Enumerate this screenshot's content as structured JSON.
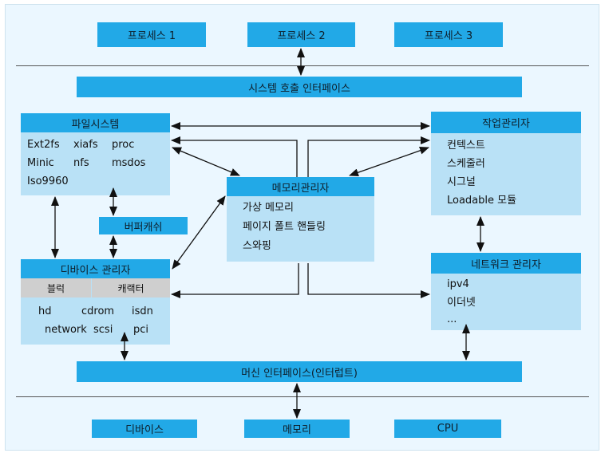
{
  "processes": [
    "프로세스 1",
    "프로세스 2",
    "프로세스 3"
  ],
  "syscall_interface": "시스템 호출 인터페이스",
  "filesystem": {
    "title": "파일시스템",
    "rows": [
      [
        "Ext2fs",
        "xiafs",
        "proc"
      ],
      [
        "Minic",
        "nfs",
        "msdos"
      ],
      [
        "Iso9960"
      ]
    ]
  },
  "job_manager": {
    "title": "작업관리자",
    "items": [
      "컨텍스트",
      "스케줄러",
      "시그널",
      "Loadable 모듈"
    ]
  },
  "memory_manager": {
    "title": "메모리관리자",
    "items": [
      "가상 메모리",
      "페이지 폴트 핸들링",
      "스와핑"
    ]
  },
  "buffer_cache": "버퍼캐쉬",
  "device_manager": {
    "title": "디바이스 관리자",
    "tabs": [
      "블럭",
      "캐랙터"
    ],
    "rows": [
      [
        "hd",
        "cdrom",
        "isdn"
      ],
      [
        "network",
        "scsi",
        "pci"
      ]
    ]
  },
  "network_manager": {
    "title": "네트워크 관리자",
    "items": [
      "ipv4",
      "이더넷",
      "..."
    ]
  },
  "machine_interface": "머신 인터페이스(인터럽트)",
  "hardware": [
    "디바이스",
    "메모리",
    "CPU"
  ],
  "colors": {
    "header_blue": "#22a9e7",
    "body_blue": "#b9e1f6",
    "background": "#ebf7ff"
  }
}
